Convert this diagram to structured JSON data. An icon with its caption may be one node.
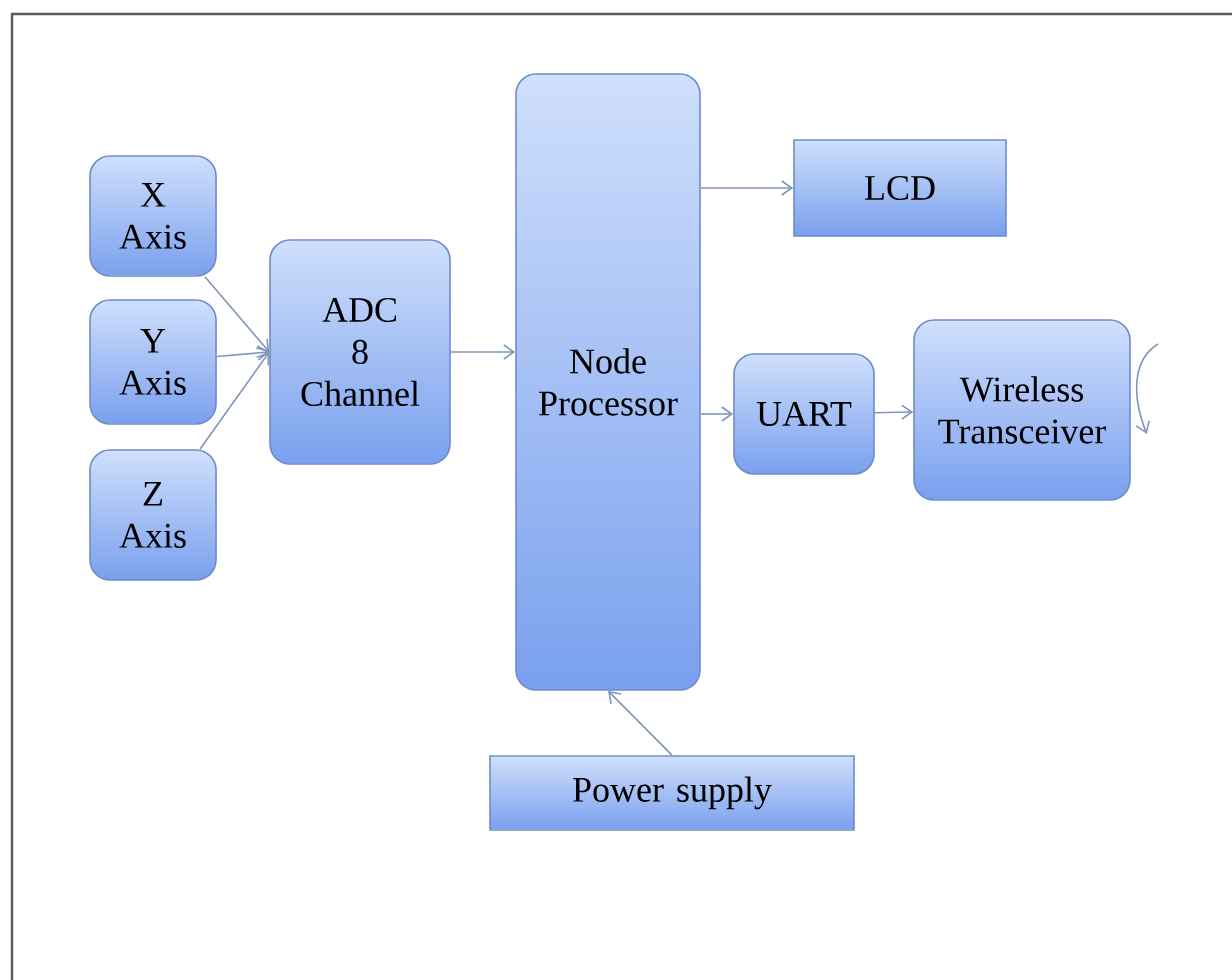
{
  "diagram": {
    "nodes": [
      {
        "text": [
          "X Axis"
        ]
      },
      {
        "text": [
          "Y Axis"
        ]
      },
      {
        "text": [
          "Z Axis"
        ]
      },
      {
        "text": [
          "ADC 8 Channel"
        ]
      },
      {
        "text": [
          "Node Processor"
        ]
      },
      {
        "text": [
          "LCD"
        ]
      },
      {
        "text": [
          "UART"
        ]
      },
      {
        "text": [
          "Wireless Transceiver"
        ]
      },
      {
        "text": [
          "Power supply"
        ]
      }
    ],
    "edges": [
      {
        "from": 0,
        "to": 3,
        "arrow": "to"
      },
      {
        "from": 1,
        "to": 3,
        "arrow": "to"
      },
      {
        "from": 2,
        "to": 3,
        "arrow": "to"
      },
      {
        "from": 3,
        "to": 4,
        "arrow": "to"
      },
      {
        "from": 4,
        "to": 5,
        "arrow": "to"
      },
      {
        "from": 4,
        "to": 6,
        "arrow": "to"
      },
      {
        "from": 6,
        "to": 7,
        "arrow": "to"
      },
      {
        "from": 8,
        "to": 4,
        "arrow": "to"
      },
      {
        "from": null,
        "to": 7,
        "arrow": "to"
      }
    ]
  }
}
